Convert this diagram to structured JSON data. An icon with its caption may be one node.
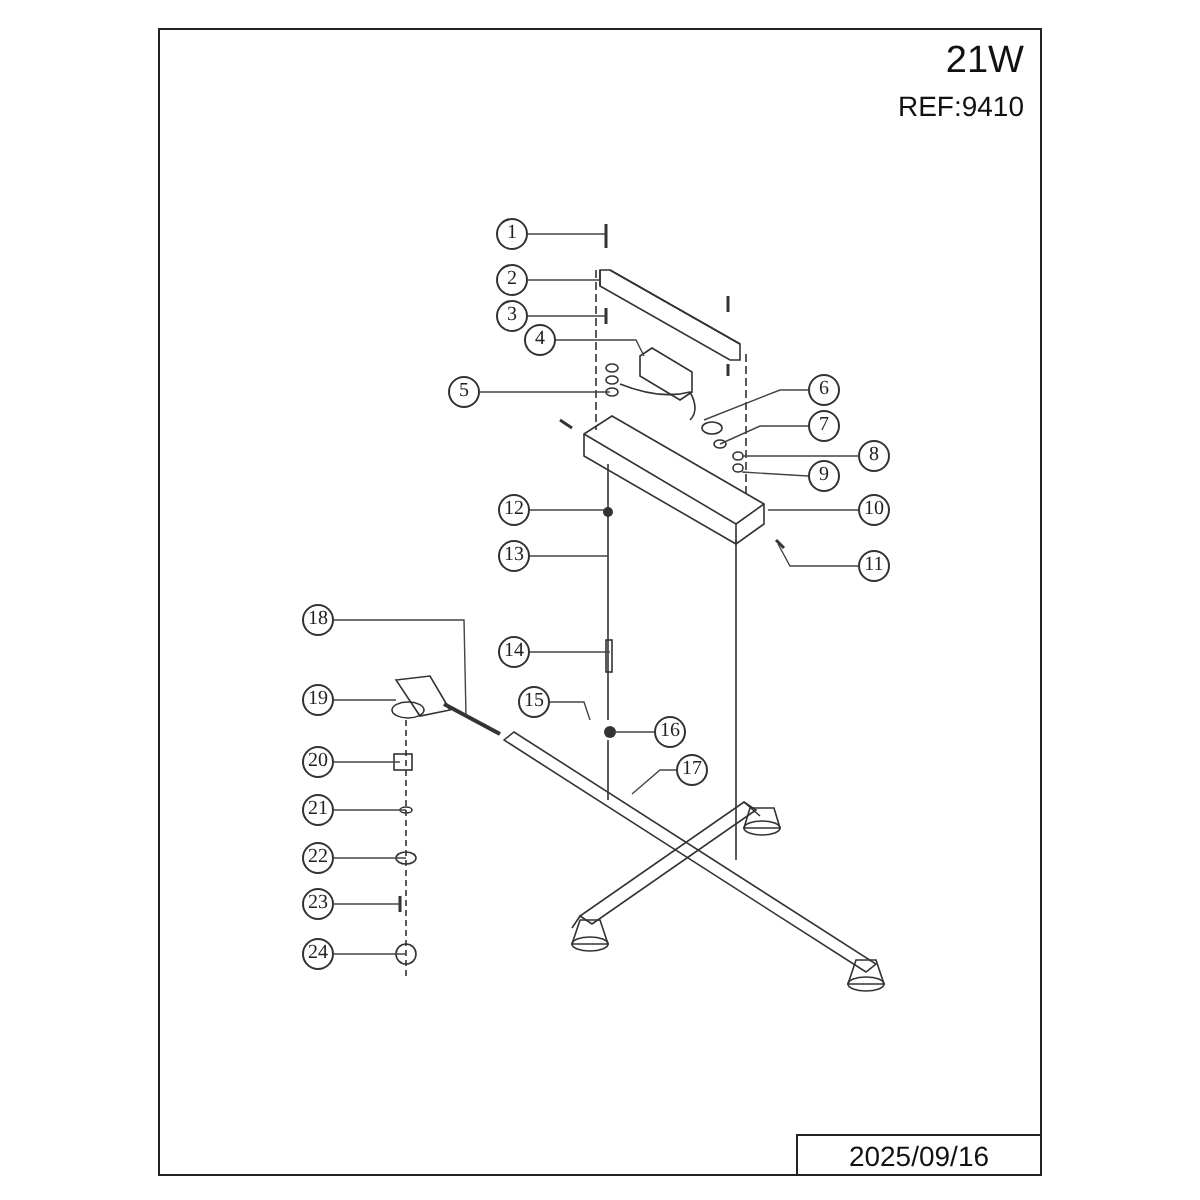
{
  "diagram": {
    "nodes": [
      {
        "text": [
          "1"
        ]
      },
      {
        "text": [
          "2"
        ]
      },
      {
        "text": [
          "3"
        ]
      },
      {
        "text": [
          "4"
        ]
      },
      {
        "text": [
          "5"
        ]
      },
      {
        "text": [
          "6"
        ]
      },
      {
        "text": [
          "7"
        ]
      },
      {
        "text": [
          "8"
        ]
      },
      {
        "text": [
          "9"
        ]
      },
      {
        "text": [
          "10"
        ]
      },
      {
        "text": [
          "11"
        ]
      },
      {
        "text": [
          "12"
        ]
      },
      {
        "text": [
          "13"
        ]
      },
      {
        "text": [
          "14"
        ]
      },
      {
        "text": [
          "15"
        ]
      },
      {
        "text": [
          "16"
        ]
      },
      {
        "text": [
          "17"
        ]
      },
      {
        "text": [
          "18"
        ]
      },
      {
        "text": [
          "19"
        ]
      },
      {
        "text": [
          "20"
        ]
      },
      {
        "text": [
          "21"
        ]
      },
      {
        "text": [
          "22"
        ]
      },
      {
        "text": [
          "23"
        ]
      },
      {
        "text": [
          "24"
        ]
      }
    ],
    "edges": [
      {
        "from": 0,
        "to": null,
        "arrow": "none"
      },
      {
        "from": 1,
        "to": null,
        "arrow": "none"
      },
      {
        "from": 2,
        "to": null,
        "arrow": "none"
      },
      {
        "from": 3,
        "to": null,
        "arrow": "none"
      },
      {
        "from": 4,
        "to": null,
        "arrow": "none"
      },
      {
        "from": 5,
        "to": null,
        "arrow": "none"
      },
      {
        "from": 6,
        "to": null,
        "arrow": "none"
      },
      {
        "from": 7,
        "to": null,
        "arrow": "none"
      },
      {
        "from": 8,
        "to": null,
        "arrow": "none"
      },
      {
        "from": 9,
        "to": null,
        "arrow": "none"
      },
      {
        "from": 10,
        "to": null,
        "arrow": "none"
      },
      {
        "from": 11,
        "to": null,
        "arrow": "none"
      },
      {
        "from": 12,
        "to": null,
        "arrow": "none"
      },
      {
        "from": 13,
        "to": null,
        "arrow": "none"
      },
      {
        "from": 14,
        "to": null,
        "arrow": "none"
      },
      {
        "from": 15,
        "to": null,
        "arrow": "none"
      },
      {
        "from": 16,
        "to": null,
        "arrow": "none"
      },
      {
        "from": 17,
        "to": null,
        "arrow": "none"
      },
      {
        "from": 18,
        "to": null,
        "arrow": "none"
      },
      {
        "from": 19,
        "to": null,
        "arrow": "none"
      },
      {
        "from": 20,
        "to": null,
        "arrow": "none"
      },
      {
        "from": 21,
        "to": null,
        "arrow": "none"
      },
      {
        "from": 22,
        "to": null,
        "arrow": "none"
      },
      {
        "from": 23,
        "to": null,
        "arrow": "none"
      }
    ],
    "labels": [
      "21W",
      "REF:9410",
      "2025/09/16"
    ]
  }
}
